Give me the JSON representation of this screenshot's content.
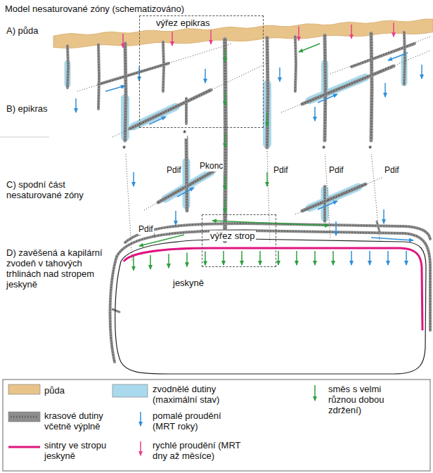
{
  "diagram": {
    "title": "Model nesaturované zóny (schematizováno)",
    "nodes": [
      {
        "text": [
          "výřez epikras"
        ]
      },
      {
        "text": [
          "výřez strop"
        ]
      },
      {
        "text": [
          "jeskyně"
        ]
      }
    ],
    "labels": [
      "A) půda",
      "B) epikras",
      "*",
      "*",
      "*",
      "*",
      "Pdif",
      "Pkonc",
      "Pdif",
      "Pdif",
      "Pdif",
      "C) spodní část nesaturované zóny",
      "Pdif",
      "D) zavěšená a kapilární zvodeň v tahových trhlinách nad stropem jeskyně"
    ],
    "legend": [
      {
        "text": "půda",
        "color": "#e8c48b"
      },
      {
        "text": "zvodnělé dutiny (maximální stav)",
        "color": "#a9d9ec"
      },
      {
        "text": "směs s velmi různou dobou zdržení)"
      },
      {
        "text": "krasové dutiny včetně výplně",
        "color": "#8e8e8e"
      },
      {
        "text": "pomalé proudění (MRT roky)"
      },
      {
        "text": "sintry ve stropu jeskyně"
      },
      {
        "text": "rychlé proudění (MRT dny až měsíce)"
      }
    ]
  }
}
